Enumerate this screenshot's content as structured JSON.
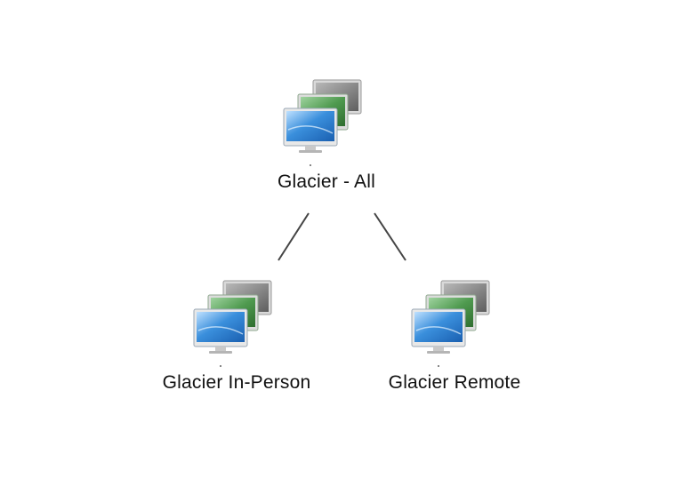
{
  "diagram": {
    "root": {
      "label": "Glacier - All",
      "icon": "computer-group-icon"
    },
    "children": [
      {
        "label": "Glacier In-Person",
        "icon": "computer-group-icon"
      },
      {
        "label": "Glacier Remote",
        "icon": "computer-group-icon"
      }
    ],
    "colors": {
      "screen_back": "#8a8a8a",
      "screen_middle": "#4f9a4f",
      "screen_front": "#3a8fdc",
      "connector": "#444444",
      "label": "#111111"
    }
  }
}
